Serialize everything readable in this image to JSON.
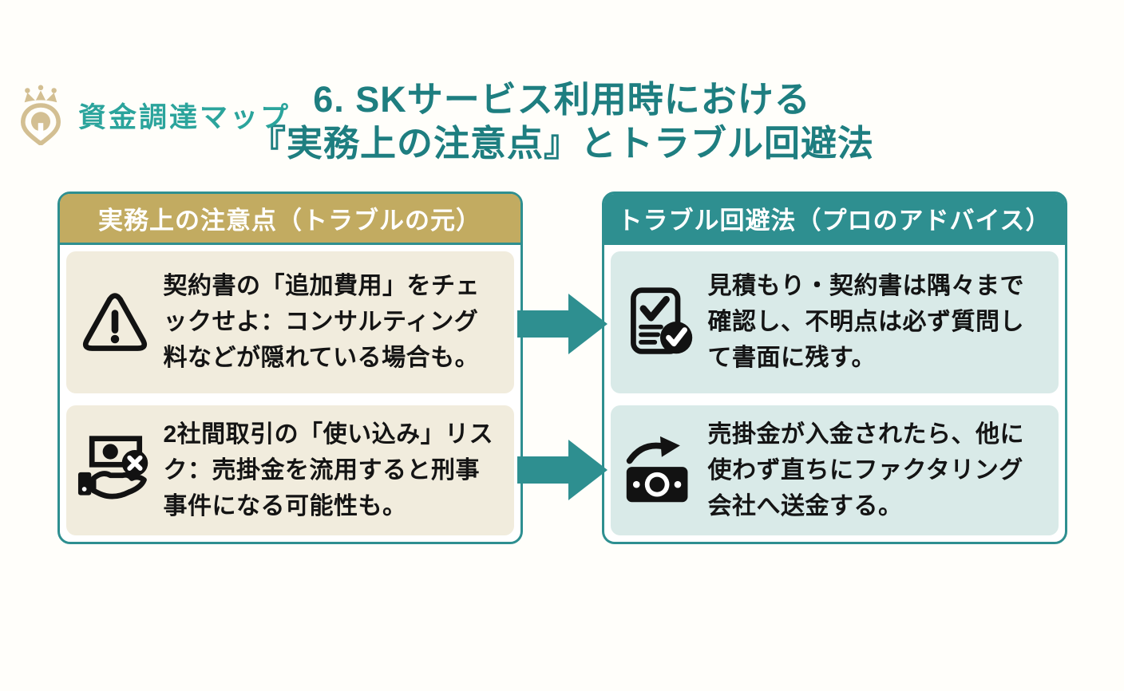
{
  "logo": {
    "text": "資金調達マップ"
  },
  "title": {
    "line1": "6. SKサービス利用時における",
    "line2": "『実務上の注意点』とトラブル回避法"
  },
  "left_column": {
    "header": "実務上の注意点（トラブルの元）",
    "items": [
      {
        "icon": "warning-icon",
        "text": "契約書の「追加費用」をチェックせよ：コンサルティング料などが隠れている場合も。"
      },
      {
        "icon": "money-misuse-icon",
        "text": "2社間取引の「使い込み」リスク：売掛金を流用すると刑事事件になる可能性も。"
      }
    ]
  },
  "right_column": {
    "header": "トラブル回避法（プロのアドバイス）",
    "items": [
      {
        "icon": "checklist-check-icon",
        "text": "見積もり・契約書は隅々まで確認し、不明点は必ず質問して書面に残す。"
      },
      {
        "icon": "money-transfer-icon",
        "text": "売掛金が入金されたら、他に使わず直ちにファクタリング会社へ送金する。"
      }
    ]
  },
  "colors": {
    "accent_teal": "#2e8f90",
    "title_teal": "#1e7e80",
    "logo_teal": "#2ba49c",
    "logo_gold": "#d3bf92",
    "header_gold": "#c2ab61",
    "box_cream": "#f1ecdd",
    "box_light_teal": "#d9eae8",
    "text_black": "#141414",
    "background": "#fffefa"
  }
}
